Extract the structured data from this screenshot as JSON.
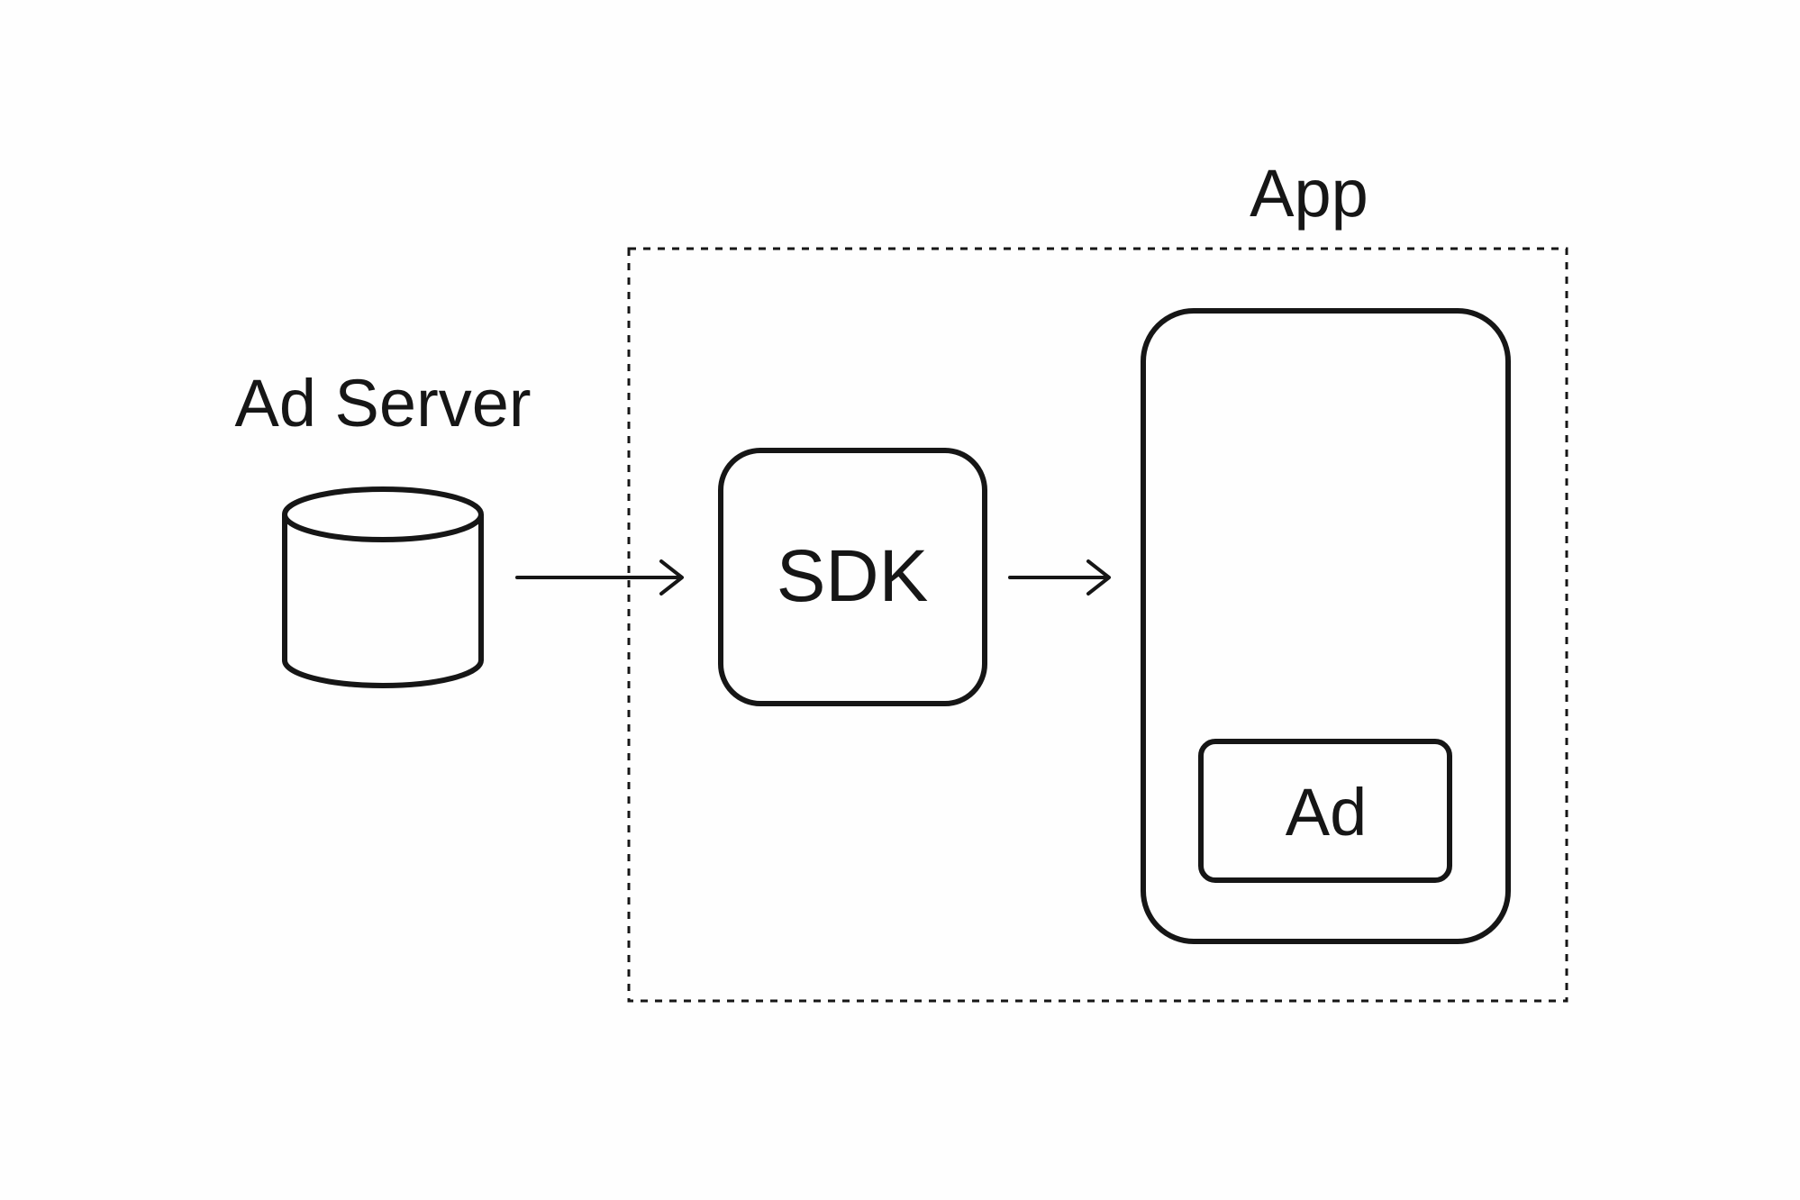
{
  "diagram": {
    "ad_server_label": "Ad Server",
    "app_label": "App",
    "sdk_label": "SDK",
    "ad_label": "Ad",
    "stroke_color": "#161616",
    "background_color": "#fefefe",
    "arrows": [
      {
        "from": "ad-server",
        "to": "sdk"
      },
      {
        "from": "sdk",
        "to": "phone"
      }
    ],
    "icons": {
      "ad_server": "database-cylinder-icon",
      "app_device": "phone-icon"
    }
  }
}
